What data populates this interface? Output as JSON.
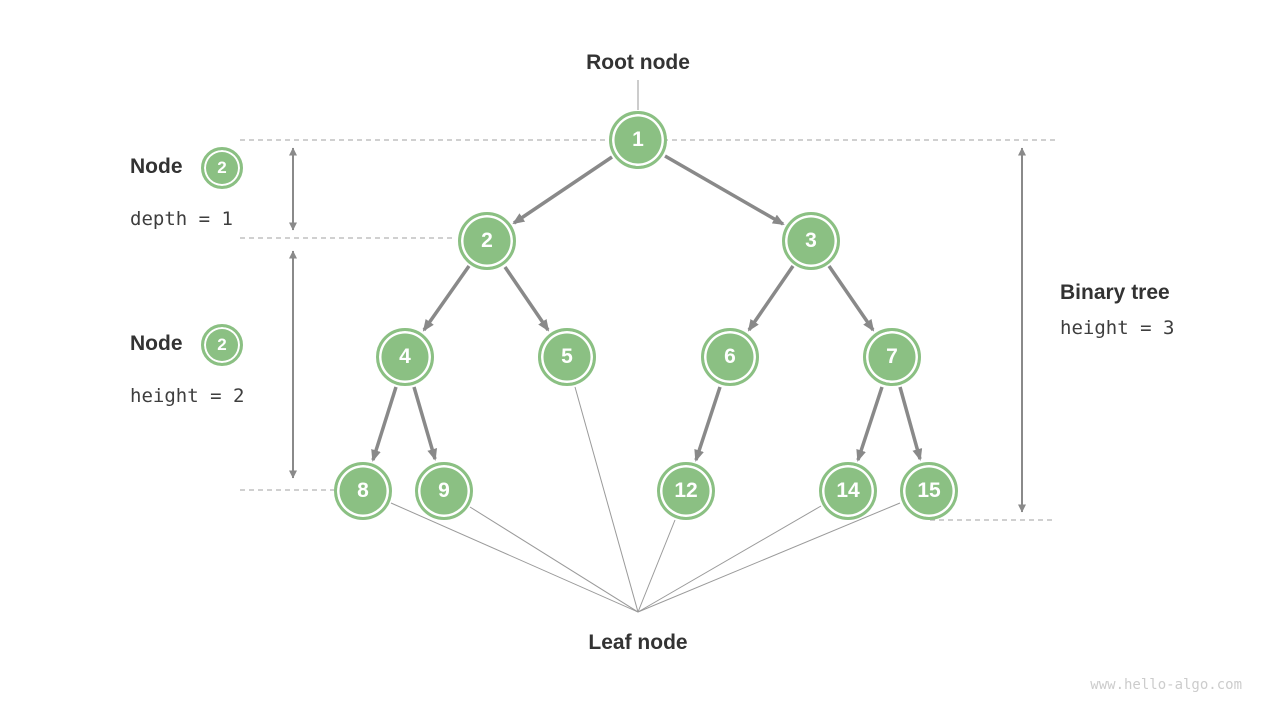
{
  "labels": {
    "root": "Root node",
    "leaf": "Leaf node"
  },
  "annotations": {
    "depth": {
      "title": "Node",
      "badge": "2",
      "formula": "depth = 1"
    },
    "height": {
      "title": "Node",
      "badge": "2",
      "formula": "height = 2"
    },
    "tree": {
      "title": "Binary tree",
      "formula": "height = 3"
    }
  },
  "watermark": "www.hello-algo.com",
  "tree": {
    "nodes": [
      {
        "value": "1"
      },
      {
        "value": "2"
      },
      {
        "value": "3"
      },
      {
        "value": "4"
      },
      {
        "value": "5"
      },
      {
        "value": "6"
      },
      {
        "value": "7"
      },
      {
        "value": "8"
      },
      {
        "value": "9"
      },
      {
        "value": "12"
      },
      {
        "value": "14",
        "note": ""
      },
      {
        "value": "15"
      }
    ],
    "edges": [
      [
        "1",
        "2"
      ],
      [
        "1",
        "3"
      ],
      [
        "2",
        "4"
      ],
      [
        "2",
        "5"
      ],
      [
        "3",
        "6"
      ],
      [
        "3",
        "7"
      ],
      [
        "4",
        "8"
      ],
      [
        "4",
        "9"
      ],
      [
        "6",
        "12"
      ],
      [
        "7",
        "14"
      ],
      [
        "7",
        "15"
      ]
    ],
    "leaves": [
      "8",
      "9",
      "5",
      "12",
      "14",
      "15"
    ],
    "root_value": "1"
  },
  "colors": {
    "node_green": "#8BC083",
    "edge_gray": "#898989",
    "dashed_gray": "#b3b3b3",
    "thin_line_gray": "#9a9a9a",
    "text_dark": "#333333",
    "watermark_gray": "#cccccc"
  }
}
